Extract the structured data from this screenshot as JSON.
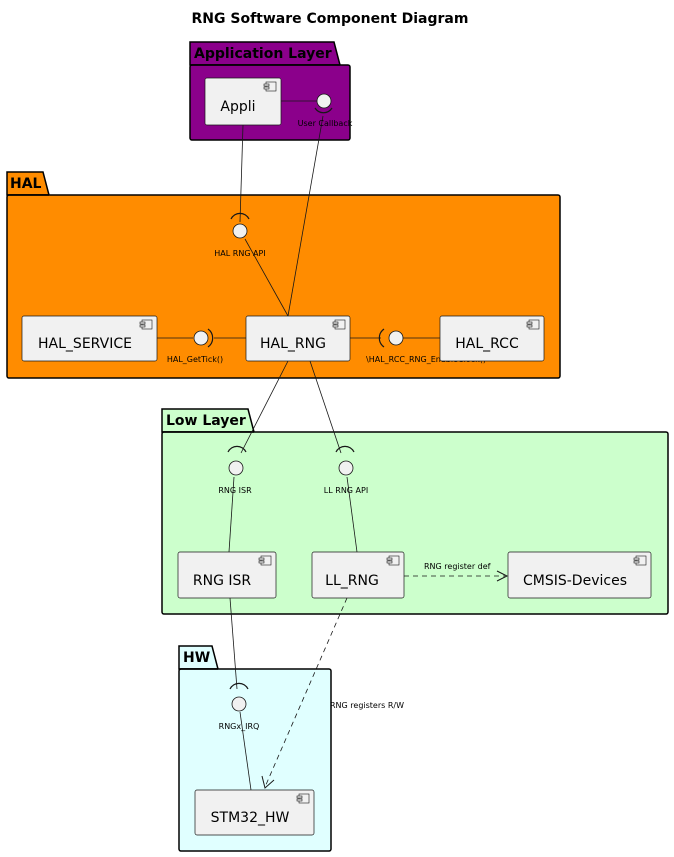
{
  "diagram": {
    "title": "RNG Software Component Diagram",
    "packages": {
      "application": {
        "label": "Application Layer",
        "color": "#8B008B"
      },
      "hal": {
        "label": "HAL",
        "color": "#FF8C00"
      },
      "low_layer": {
        "label": "Low Layer",
        "color": "#CCFFCC"
      },
      "hw": {
        "label": "HW",
        "color": "#E0FFFF"
      }
    },
    "components": {
      "appli": "Appli",
      "hal_service": "HAL_SERVICE",
      "hal_rng": "HAL_RNG",
      "hal_rcc": "HAL_RCC",
      "rng_isr": "RNG ISR",
      "ll_rng": "LL_RNG",
      "cmsis": "CMSIS-Devices",
      "stm32_hw": "STM32_HW"
    },
    "interfaces": {
      "user_callback": "User Callback",
      "hal_rng_api": "HAL RNG API",
      "hal_gettick": "HAL_GetTick()",
      "hal_rcc_enable": "\\HAL_RCC_RNG_EnableClock()",
      "rng_isr_iface": "RNG ISR",
      "ll_rng_api": "LL RNG API",
      "rngx_irq": "RNGx_IRQ"
    },
    "edges": {
      "rng_register_def": "RNG register def",
      "rng_registers_rw": "RNG registers R/W"
    }
  }
}
